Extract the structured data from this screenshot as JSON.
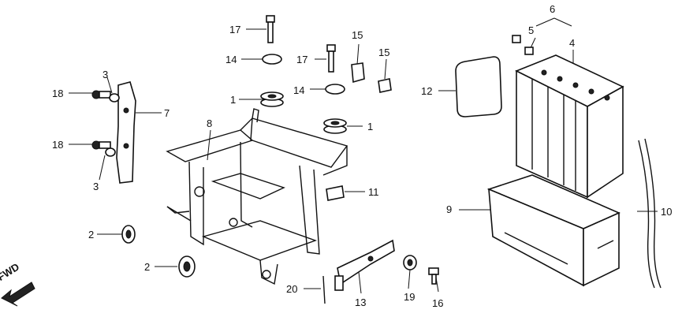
{
  "diagram": {
    "direction_label": "FWD",
    "callouts": [
      {
        "id": "c17a",
        "text": "17"
      },
      {
        "id": "c14a",
        "text": "14"
      },
      {
        "id": "c15a",
        "text": "15"
      },
      {
        "id": "c17b",
        "text": "17"
      },
      {
        "id": "c15b",
        "text": "15"
      },
      {
        "id": "c14b",
        "text": "14"
      },
      {
        "id": "c1a",
        "text": "1"
      },
      {
        "id": "c1b",
        "text": "1"
      },
      {
        "id": "c3a",
        "text": "3"
      },
      {
        "id": "c18a",
        "text": "18"
      },
      {
        "id": "c7",
        "text": "7"
      },
      {
        "id": "c18b",
        "text": "18"
      },
      {
        "id": "c3b",
        "text": "3"
      },
      {
        "id": "c8",
        "text": "8"
      },
      {
        "id": "c2a",
        "text": "2"
      },
      {
        "id": "c2b",
        "text": "2"
      },
      {
        "id": "c11",
        "text": "11"
      },
      {
        "id": "c20",
        "text": "20"
      },
      {
        "id": "c13",
        "text": "13"
      },
      {
        "id": "c19",
        "text": "19"
      },
      {
        "id": "c16",
        "text": "16"
      },
      {
        "id": "c6",
        "text": "6"
      },
      {
        "id": "c5",
        "text": "5"
      },
      {
        "id": "c4",
        "text": "4"
      },
      {
        "id": "c12",
        "text": "12"
      },
      {
        "id": "c9",
        "text": "9"
      },
      {
        "id": "c10",
        "text": "10"
      }
    ]
  }
}
